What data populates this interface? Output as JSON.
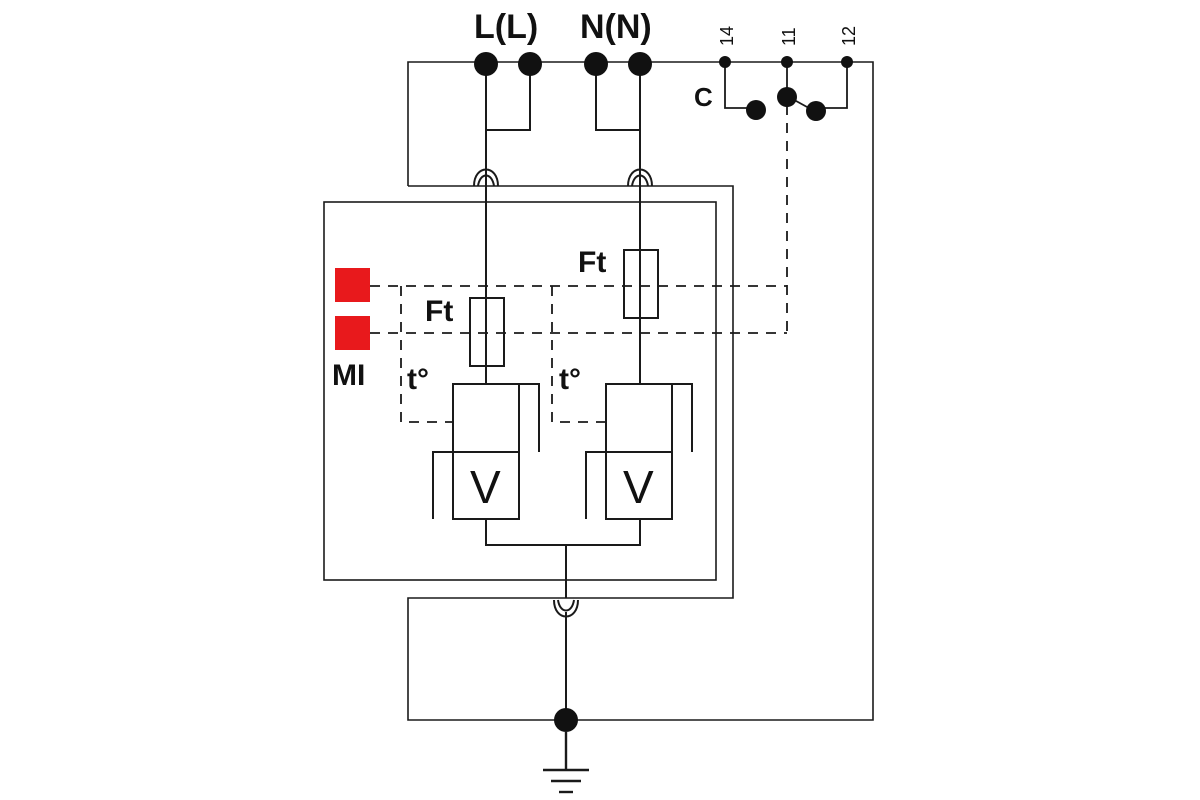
{
  "terminals": {
    "line": "L(L)",
    "neutral": "N(N)",
    "contact_14": "14",
    "contact_11": "11",
    "contact_12": "12",
    "contact_common": "C"
  },
  "components": {
    "fuse_left": "Ft",
    "fuse_right": "Ft",
    "thermal_left": "t°",
    "thermal_right": "t°",
    "varistor_left": "V",
    "varistor_right": "V"
  },
  "indicator": {
    "label": "MI",
    "color": "#e8191c"
  },
  "colors": {
    "line": "#1a1a1a",
    "background": "#ffffff"
  }
}
